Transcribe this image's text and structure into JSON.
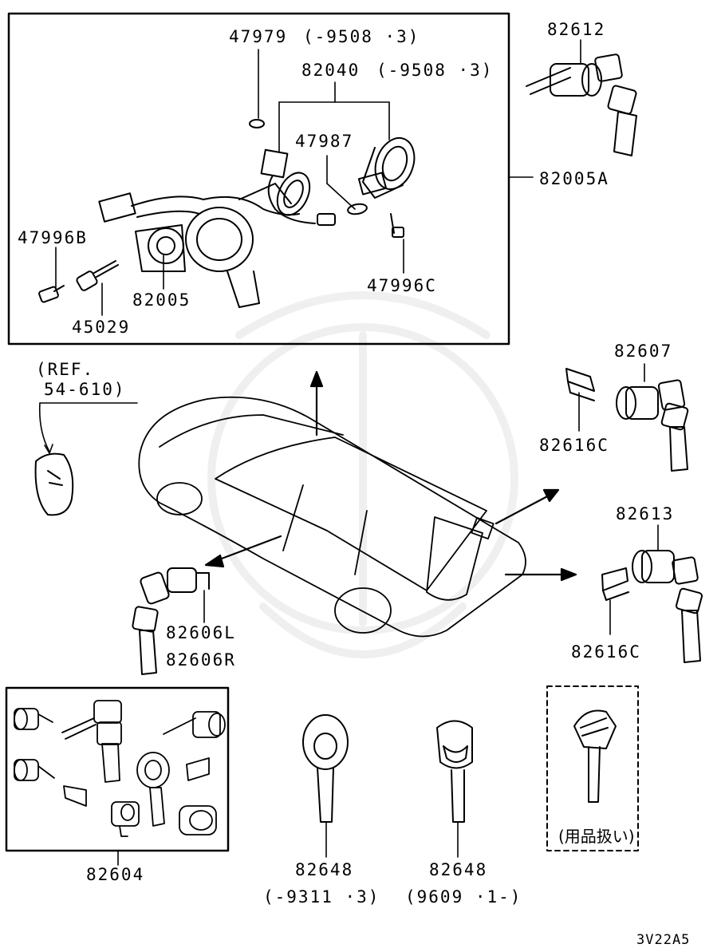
{
  "parts": {
    "p47979": "47979",
    "p47979_note": "(-9508 ·3)",
    "p82040": "82040",
    "p82040_note": "(-9508 ·3)",
    "p82612": "82612",
    "p47987": "47987",
    "p82005A": "82005A",
    "p47996B": "47996B",
    "p82005": "82005",
    "p45029": "45029",
    "p47996C": "47996C",
    "ref_line1": "(REF.",
    "ref_line2": "54-610)",
    "p82607": "82607",
    "p82616C_top": "82616C",
    "p82613": "82613",
    "p82616C_bottom": "82616C",
    "p82606L": "82606L",
    "p82606R": "82606R",
    "p82604": "82604",
    "p82648_a": "82648",
    "p82648_a_note": "(-9311 ·3)",
    "p82648_b": "82648",
    "p82648_b_note": "(9609 ·1-)",
    "accessory_note": "(用品扱い)"
  },
  "diagram_code": "3V22A5"
}
